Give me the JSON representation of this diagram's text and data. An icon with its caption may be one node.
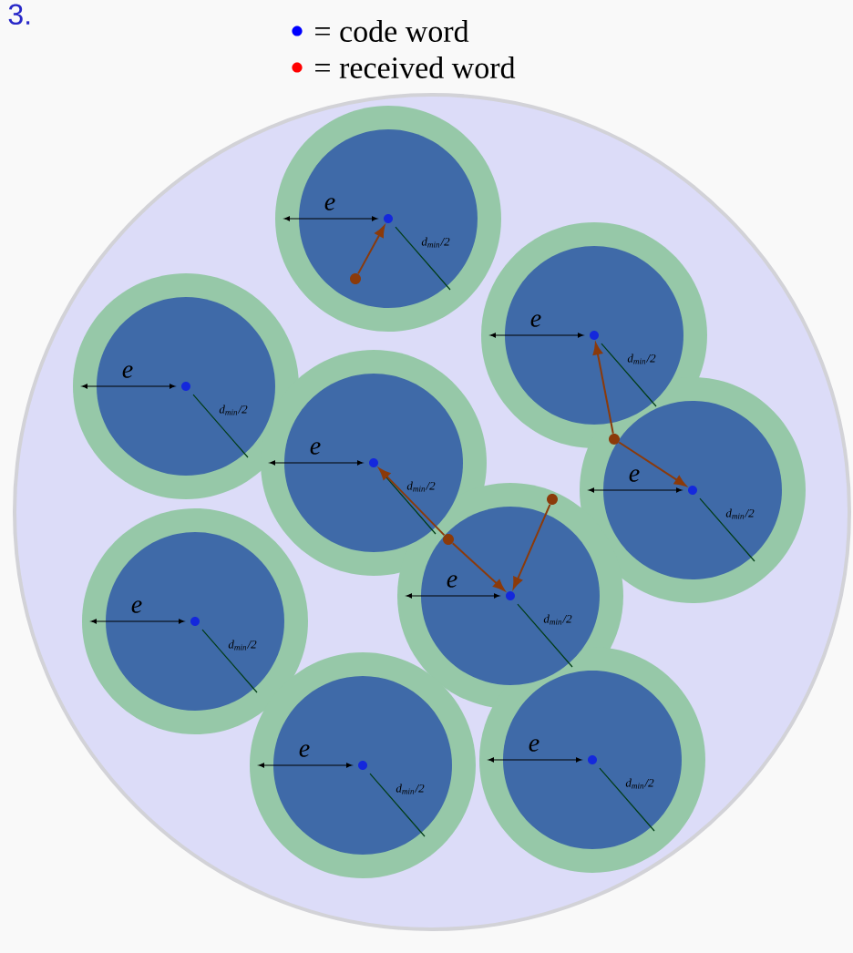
{
  "diagram": {
    "nodes": [
      {
        "text": [],
        "shape": "circle"
      },
      {
        "text": [],
        "shape": "circle"
      },
      {
        "text": [],
        "shape": "circle"
      },
      {
        "text": [],
        "shape": "circle"
      },
      {
        "text": [],
        "shape": "circle"
      },
      {
        "text": [],
        "shape": "circle"
      },
      {
        "text": [],
        "shape": "circle"
      },
      {
        "text": [],
        "shape": "circle"
      },
      {
        "text": [],
        "shape": "circle"
      },
      {
        "text": [],
        "shape": "circle"
      },
      {
        "text": [],
        "shape": "circle"
      },
      {
        "text": [],
        "shape": "circle"
      },
      {
        "text": [],
        "shape": "circle"
      }
    ],
    "edges": [
      {
        "from": 9,
        "to": 0,
        "arrow": "to"
      },
      {
        "from": 10,
        "to": 1,
        "arrow": "to"
      },
      {
        "from": 10,
        "to": 4,
        "arrow": "to"
      },
      {
        "from": 11,
        "to": 3,
        "arrow": "to"
      },
      {
        "from": 11,
        "to": 5,
        "arrow": "to"
      },
      {
        "from": 12,
        "to": 5,
        "arrow": "to"
      }
    ],
    "labels": [
      "3.",
      "e",
      "d$_{min}$/2",
      "e",
      "d$_{min}$/2",
      "e",
      "d$_{min}$/2",
      "e",
      "d$_{min}$/2",
      "e",
      "d$_{min}$/2",
      "e",
      "d$_{min}$/2",
      "e",
      "d$_{min}$/2",
      "e",
      "d$_{min}$/2",
      "e",
      "d$_{min}$/2"
    ],
    "legend": [
      {
        "text": "= code word",
        "color": "#0000ff"
      },
      {
        "text": "= received word",
        "color": "#ff0000"
      }
    ]
  }
}
